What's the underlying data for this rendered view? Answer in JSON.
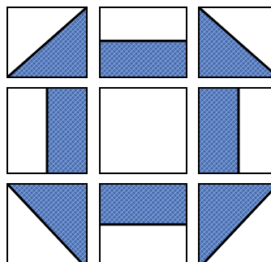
{
  "pattern": {
    "fabric_color": "#5b80c2",
    "fabric_dark_color": "#2f4f8f",
    "fabric_light_color": "#a9c1e8",
    "background_color": "#ffffff",
    "stroke_color": "#000000",
    "rows": [
      [
        {
          "name": "block-top-left",
          "fill": "triangle-bottom-right"
        },
        {
          "name": "block-top-center",
          "fill": "bottom-half"
        },
        {
          "name": "block-top-right",
          "fill": "triangle-bottom-left"
        }
      ],
      [
        {
          "name": "block-middle-left",
          "fill": "right-half"
        },
        {
          "name": "block-center",
          "fill": "none"
        },
        {
          "name": "block-middle-right",
          "fill": "left-half"
        }
      ],
      [
        {
          "name": "block-bottom-left",
          "fill": "triangle-top-right"
        },
        {
          "name": "block-bottom-center",
          "fill": "top-half"
        },
        {
          "name": "block-bottom-right",
          "fill": "triangle-top-left"
        }
      ]
    ]
  }
}
